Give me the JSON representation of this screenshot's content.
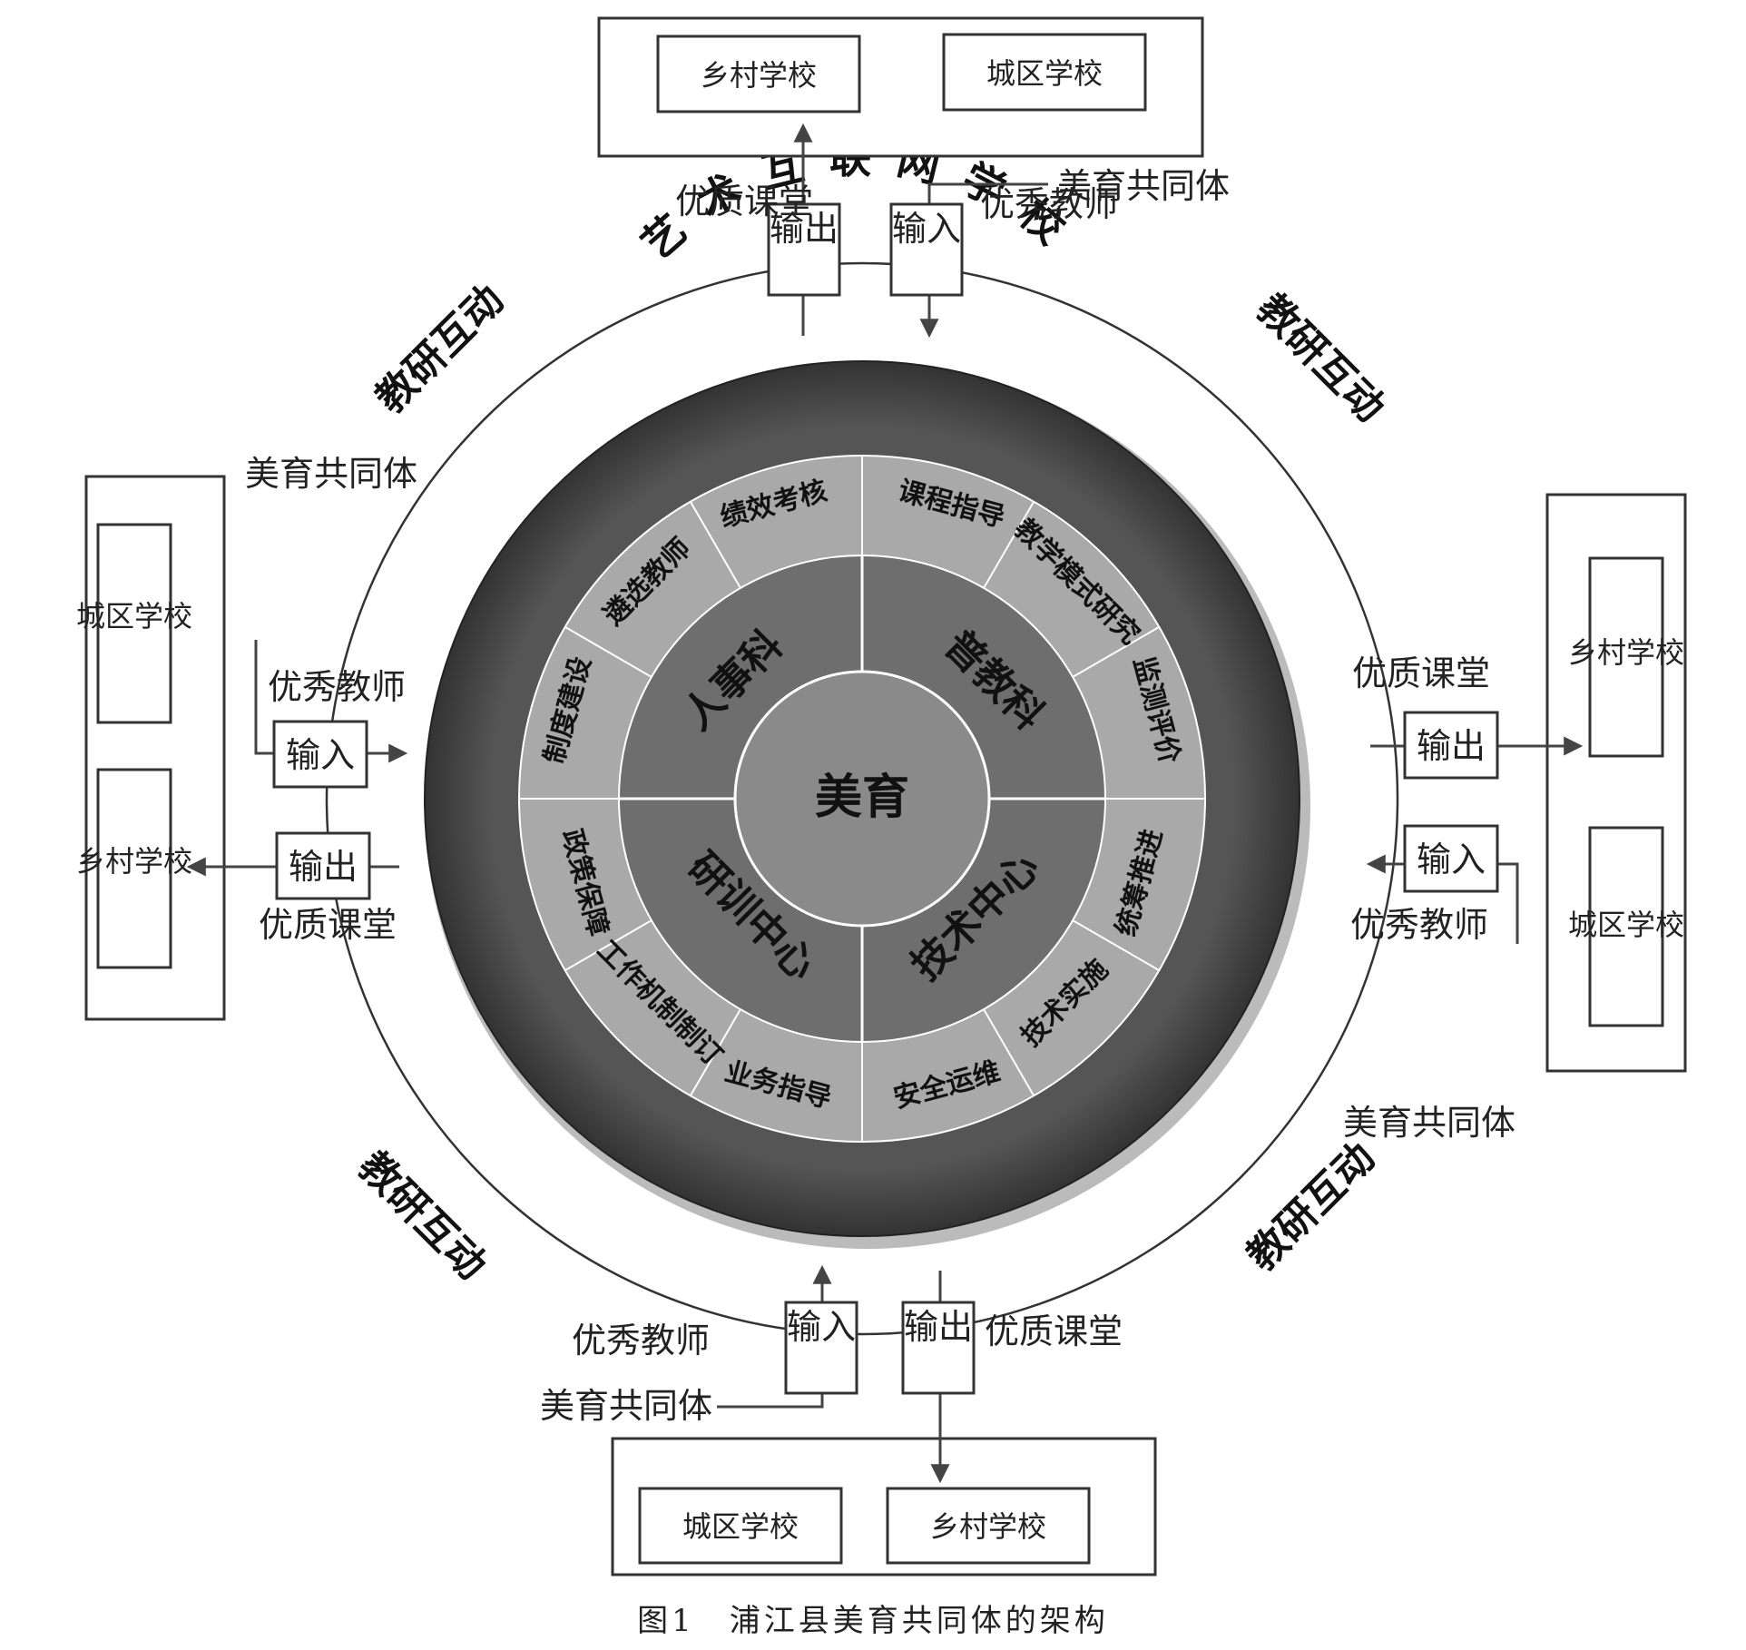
{
  "center_label": "美育",
  "outer_ring_label": "艺术互联网学校",
  "departments": [
    "普教科",
    "技术中心",
    "研训中心",
    "人事科"
  ],
  "ring_sections": [
    "课程指导",
    "教学模式研究",
    "监测评价",
    "统筹推进",
    "技术实施",
    "安全运维",
    "业务指导",
    "工作机制制订",
    "政策保障",
    "制度建设",
    "遴选教师",
    "绩效考核"
  ],
  "interaction_label": "教研互动",
  "schools": {
    "rural": "乡村学校",
    "urban": "城区学校"
  },
  "flow": {
    "output": "输出",
    "input": "输入",
    "quality_class": "优质课堂",
    "excellent_teacher": "优秀教师",
    "community": "美育共同体"
  },
  "caption": "图1　浦江县美育共同体的架构"
}
